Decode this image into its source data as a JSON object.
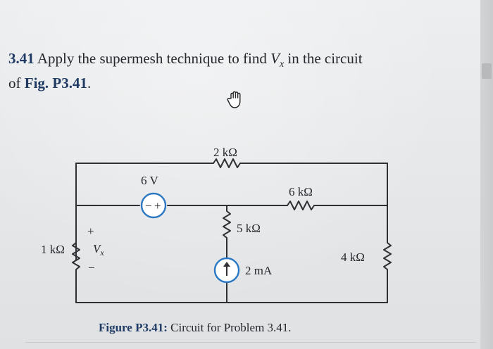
{
  "problem": {
    "number": "3.41",
    "text_before": "Apply the supermesh technique to find ",
    "var_main": "V",
    "var_sub": "x",
    "text_after": " in the circuit",
    "line2_prefix": "of ",
    "figure_ref": "Fig. P3.41",
    "line2_suffix": "."
  },
  "cursor": {
    "icon": "hand-cursor-icon"
  },
  "circuit": {
    "r_top": "2 kΩ",
    "v_source": "6 V",
    "v_source_minus": "−",
    "v_source_plus": "+",
    "r_mid_right": "6 kΩ",
    "r_center": "5 kΩ",
    "r_left": "1 kΩ",
    "vx_plus": "+",
    "vx_minus": "−",
    "vx_var": "V",
    "vx_sub": "x",
    "i_source": "2 mA",
    "r_right": "4 kΩ",
    "accent_color": "#2a78c4"
  },
  "caption": {
    "label": "Figure P3.41:",
    "text": " Circuit for Problem 3.41."
  }
}
